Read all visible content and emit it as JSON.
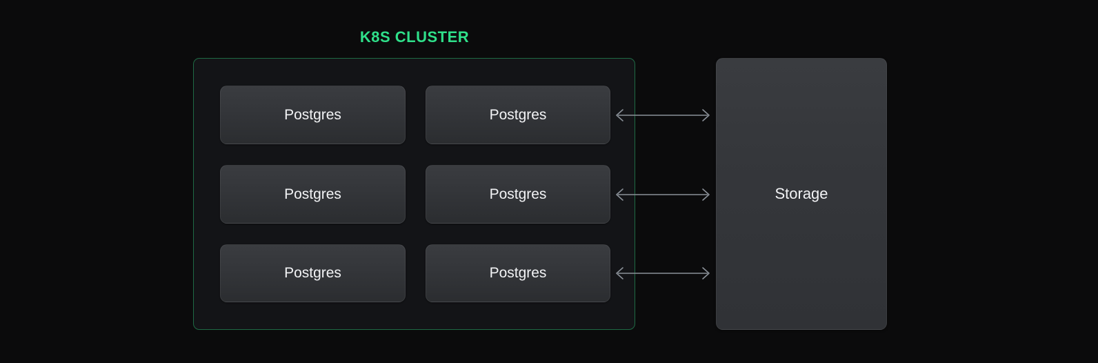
{
  "diagram": {
    "title": "K8S CLUSTER",
    "accent_color": "#2fe08a",
    "cluster_border_color": "#1f6b45",
    "background_color": "#0b0b0c",
    "node_text_color": "#f2f3f5",
    "arrow_color": "#8b9199",
    "cluster": {
      "label": "K8S CLUSTER",
      "columns": [
        {
          "name": "column-a",
          "nodes": [
            {
              "label": "Postgres"
            },
            {
              "label": "Postgres"
            },
            {
              "label": "Postgres"
            }
          ]
        },
        {
          "name": "column-b",
          "nodes": [
            {
              "label": "Postgres"
            },
            {
              "label": "Postgres"
            },
            {
              "label": "Postgres"
            }
          ]
        }
      ]
    },
    "storage": {
      "label": "Storage"
    },
    "connections": [
      {
        "from": "postgres-b-1",
        "to": "storage",
        "direction": "bidirectional"
      },
      {
        "from": "postgres-b-2",
        "to": "storage",
        "direction": "bidirectional"
      },
      {
        "from": "postgres-b-3",
        "to": "storage",
        "direction": "bidirectional"
      }
    ]
  }
}
